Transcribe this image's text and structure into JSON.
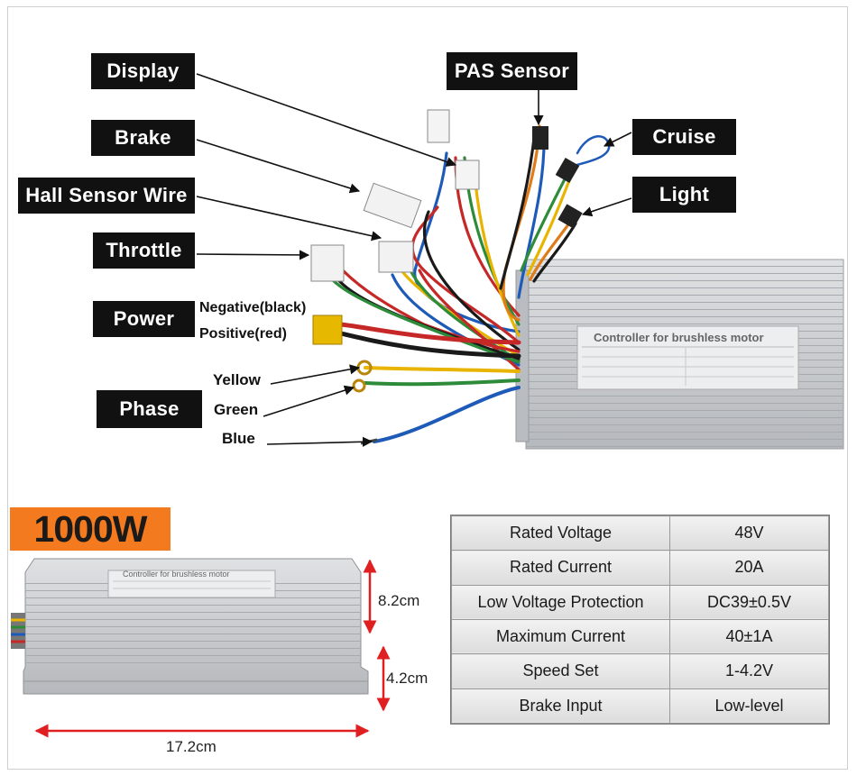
{
  "labels": {
    "display": "Display",
    "brake": "Brake",
    "hall": "Hall Sensor Wire",
    "throttle": "Throttle",
    "power": "Power",
    "phase": "Phase",
    "pas": "PAS Sensor",
    "cruise": "Cruise",
    "light": "Light"
  },
  "power_leads": {
    "negative": "Negative(black)",
    "positive": "Positive(red)"
  },
  "phase_leads": {
    "yellow": "Yellow",
    "green": "Green",
    "blue": "Blue"
  },
  "controller_label": "Controller for brushless motor",
  "wattage": "1000W",
  "dimensions": {
    "height_upper": "8.2cm",
    "height_lower": "4.2cm",
    "length": "17.2cm"
  },
  "specs": [
    {
      "name": "Rated Voltage",
      "value": "48V"
    },
    {
      "name": "Rated Current",
      "value": "20A"
    },
    {
      "name": "Low Voltage Protection",
      "value": "DC39±0.5V"
    },
    {
      "name": "Maximum Current",
      "value": "40±1A"
    },
    {
      "name": "Speed Set",
      "value": "1-4.2V"
    },
    {
      "name": "Brake Input",
      "value": "Low-level"
    }
  ],
  "colors": {
    "wire_red": "#c62828",
    "wire_blue": "#1e5bb8",
    "wire_green": "#2e8b3a",
    "wire_yellow": "#e8b400",
    "wire_black": "#1a1a1a",
    "wire_orange": "#e07b1a",
    "housing": "#c5c8cc",
    "accent_orange": "#f47a20"
  }
}
